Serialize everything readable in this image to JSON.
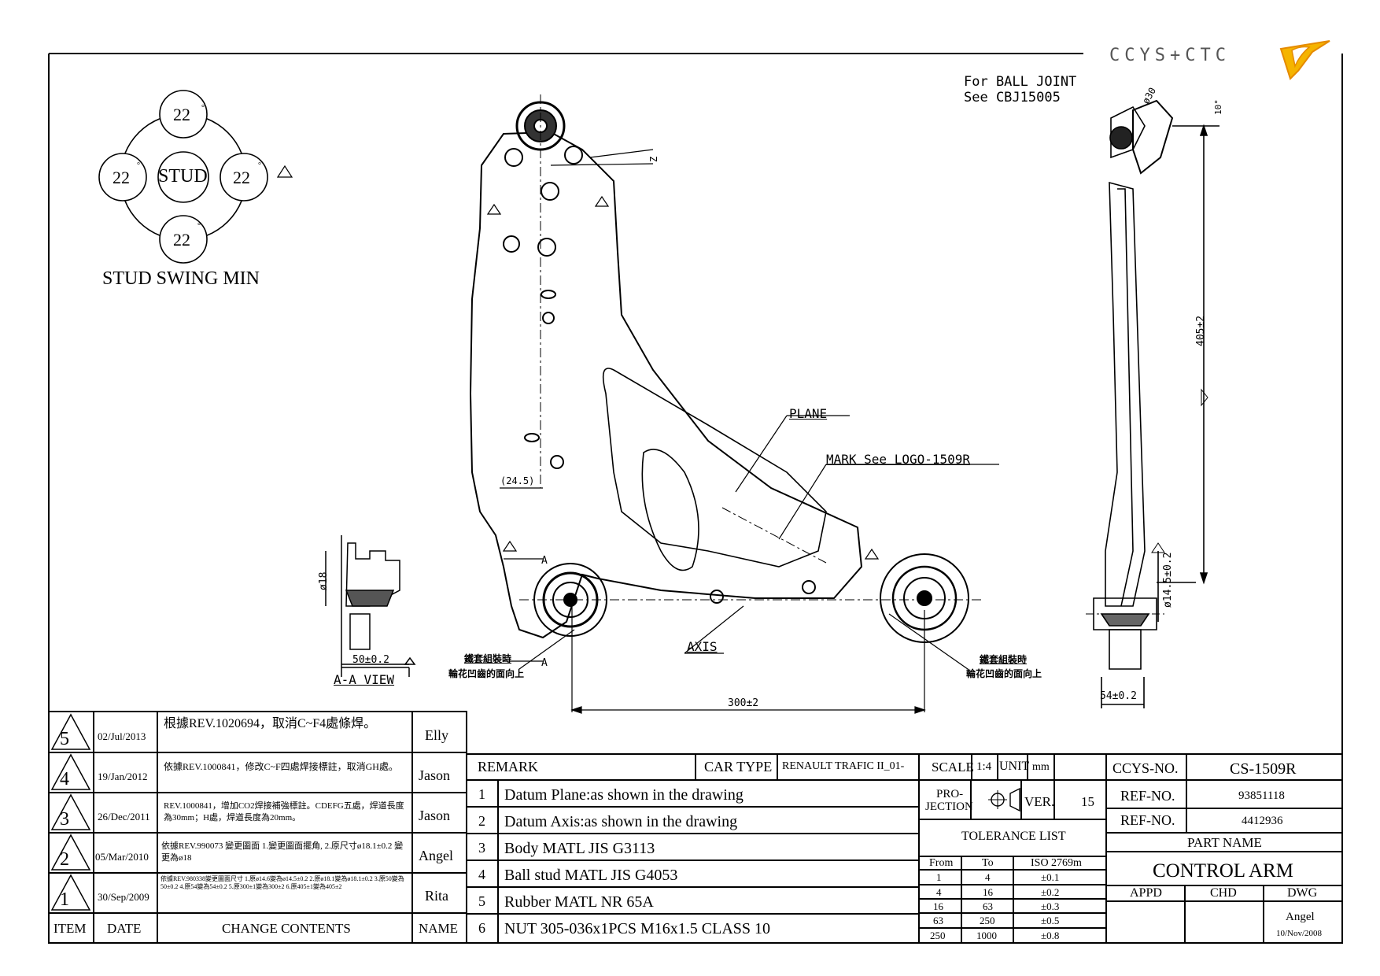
{
  "logo": {
    "text": "CCYS+CTC"
  },
  "stud_swing": {
    "title": "STUD SWING MIN",
    "center": "STUD",
    "top": "22",
    "left": "22",
    "right": "22",
    "bottom": "22",
    "degree": "°"
  },
  "callouts": {
    "ball_joint_line1": "For BALL JOINT",
    "ball_joint_line2": "See CBJ15005",
    "plane": "PLANE",
    "mark": "MARK See LOGO-1509R",
    "axis": "AXIS",
    "aa_view": "A-A VIEW",
    "bush_left_line1": "鐵套組裝時",
    "bush_left_line2": "輪花凹齒的面向上",
    "bush_right_line1": "鐵套組裝時",
    "bush_right_line2": "輪花凹齒的面向上",
    "section_a": "A"
  },
  "dimensions": {
    "d_24_5": "(24.5)",
    "d_300": "300±2",
    "d_50": "50±0.2",
    "d_54": "54±0.2",
    "d_405": "405±2",
    "d_14_5": "ø14.5±0.2",
    "d_18": "ø18",
    "d_30": "ø30",
    "d_z": "Z",
    "d_10": "10°"
  },
  "revisions": {
    "rows": [
      {
        "item": "5",
        "date": "02/Jul/2013",
        "content": "根據REV.1020694，取消C~F4處條焊。",
        "name": "Elly"
      },
      {
        "item": "4",
        "date": "19/Jan/2012",
        "content": "依據REV.1000841，修改C~F四處焊接標註，取消GH處。",
        "name": "Jason"
      },
      {
        "item": "3",
        "date": "26/Dec/2011",
        "content": "REV.1000841，增加CO2焊接補強標註。CDEFG五處，焊道長度為30mm；H處，焊道長度為20mm。",
        "name": "Jason"
      },
      {
        "item": "2",
        "date": "05/Mar/2010",
        "content": "依據REV.990073 變更圖面 1.變更圖面擺角, 2.原尺寸ø18.1±0.2 變更為ø18",
        "name": "Angel"
      },
      {
        "item": "1",
        "date": "30/Sep/2009",
        "content": "依據REV.980338變更圖面尺寸 1.原ø14.6變為ø14.5±0.2 2.原ø18.1變為ø18.1±0.2 3.原50變為50±0.2 4.原54變為54±0.2 5.原300±1變為300±2 6.原405±1變為405±2",
        "name": "Rita"
      }
    ],
    "header": {
      "item": "ITEM",
      "date": "DATE",
      "content": "CHANGE CONTENTS",
      "name": "NAME"
    }
  },
  "remarks": {
    "header": "REMARK",
    "items": [
      {
        "no": "1",
        "text": "Datum Plane:as shown in the drawing"
      },
      {
        "no": "2",
        "text": "Datum Axis:as shown in the drawing"
      },
      {
        "no": "3",
        "text": "Body MATL JIS G3113"
      },
      {
        "no": "4",
        "text": "Ball stud MATL JIS G4053"
      },
      {
        "no": "5",
        "text": "Rubber MATL NR 65A"
      },
      {
        "no": "6",
        "text": "NUT 305-036x1PCS M16x1.5 CLASS 10"
      }
    ]
  },
  "title_block": {
    "car_type_label": "CAR TYPE",
    "car_type": "RENAULT TRAFIC II_01-",
    "scale_label": "SCALE",
    "scale": "1:4",
    "unit_label": "UNIT",
    "unit": "mm",
    "projection_label_1": "PRO-",
    "projection_label_2": "JECTION",
    "ver_label": "VER.",
    "ver": "15",
    "ccys_no_label": "CCYS-NO.",
    "ccys_no": "CS-1509R",
    "ref_no_label_1": "REF-NO.",
    "ref_no_1": "93851118",
    "ref_no_label_2": "REF-NO.",
    "ref_no_2": "4412936",
    "part_name_label": "PART NAME",
    "part_name": "CONTROL ARM",
    "appd": "APPD",
    "chd": "CHD",
    "dwg": "DWG",
    "drawer": "Angel",
    "drawn_date": "10/Nov/2008"
  },
  "tolerance": {
    "title": "TOLERANCE LIST",
    "headers": [
      "From",
      "To",
      "ISO 2769m"
    ],
    "rows": [
      [
        "1",
        "4",
        "±0.1"
      ],
      [
        "4",
        "16",
        "±0.2"
      ],
      [
        "16",
        "63",
        "±0.3"
      ],
      [
        "63",
        "250",
        "±0.5"
      ],
      [
        "250",
        "1000",
        "±0.8"
      ]
    ]
  }
}
